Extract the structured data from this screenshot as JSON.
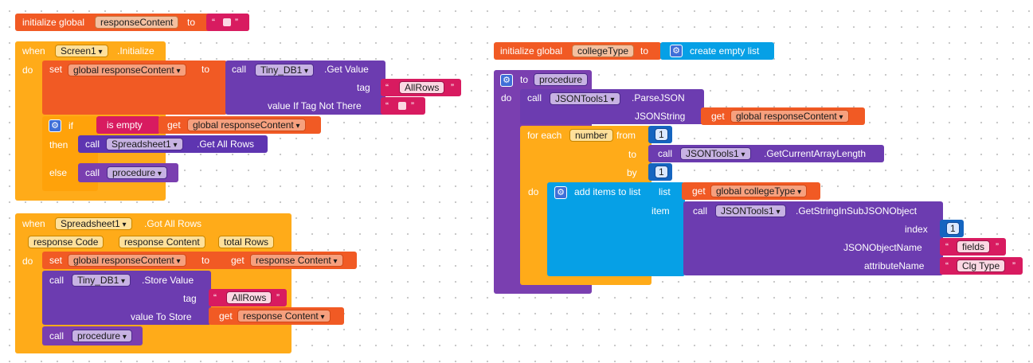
{
  "blocks": {
    "init_response": {
      "label": "initialize global",
      "var": "responseContent",
      "to": "to",
      "open_quote": "“",
      "close_quote": "”"
    },
    "screen_init": {
      "when": "when",
      "component": "Screen1",
      "event": ".Initialize",
      "do": "do",
      "set": "set",
      "var": "global responseContent",
      "to": "to",
      "call": "call",
      "db": "Tiny_DB1",
      "method": ".Get Value",
      "tag_label": "tag",
      "tag_value": "AllRows",
      "vitnt_label": "value If Tag Not There",
      "if": "if",
      "then": "then",
      "else": "else",
      "is_empty": "is empty",
      "get": "get",
      "get_var": "global responseContent",
      "sheet": "Spreadsheet1",
      "get_all_rows": ".Get All Rows",
      "procedure": "procedure"
    },
    "got_all_rows": {
      "when": "when",
      "component": "Spreadsheet1",
      "event": ".Got All Rows",
      "param1": "response Code",
      "param2": "response Content",
      "param3": "total Rows",
      "do": "do",
      "set": "set",
      "var": "global responseContent",
      "to": "to",
      "get": "get",
      "get_var": "response Content",
      "call": "call",
      "db": "Tiny_DB1",
      "method": ".Store Value",
      "tag_label": "tag",
      "tag_value": "AllRows",
      "vts_label": "value To Store",
      "procedure": "procedure"
    },
    "init_college": {
      "label": "initialize global",
      "var": "collegeType",
      "to": "to",
      "create_list": "create empty list"
    },
    "procedure": {
      "to": "to",
      "name": "procedure",
      "do": "do",
      "call": "call",
      "json": "JSONTools1",
      "parse": ".ParseJSON",
      "json_string": "JSONString",
      "get": "get",
      "get_var": "global responseContent",
      "for_each": "for each",
      "number": "number",
      "from": "from",
      "from_val": "1",
      "to_label": "to",
      "get_length": ".GetCurrentArrayLength",
      "by": "by",
      "by_val": "1",
      "inner_do": "do",
      "add_items": "add items to list",
      "list": "list",
      "list_var": "global collegeType",
      "item": "item",
      "get_string": ".GetStringInSubJSONObject",
      "index": "index",
      "index_val": "1",
      "json_object_name": "JSONObjectName",
      "fields": "fields",
      "attribute_name": "attributeName",
      "clg_type": "Clg Type"
    }
  }
}
